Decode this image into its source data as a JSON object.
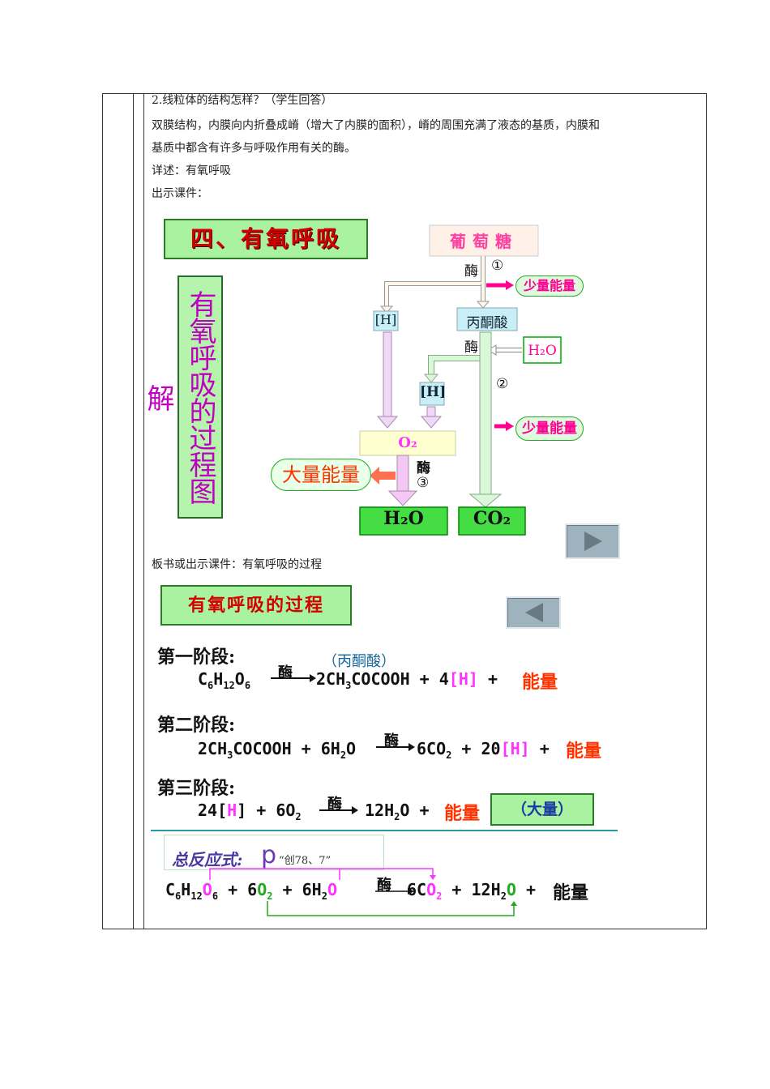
{
  "text": {
    "q2": "2.线粒体的结构怎样？（学生回答）",
    "ans_line1": "双膜结构，内膜向内折叠成嵴（增大了内膜的面积），嵴的周围充满了液态的基质，内膜和",
    "ans_line2": "基质中都含有许多与呼吸作用有关的酶。",
    "detail": "详述：有氧呼吸",
    "show": "出示课件：",
    "board": "板书或出示课件：有氧呼吸的过程"
  },
  "diagram": {
    "title": "四、有氧呼吸",
    "vertical_title": "有氧呼吸的过程图解",
    "glucose": "葡萄糖",
    "enzyme": "酶",
    "step1": "①",
    "step2": "②",
    "step3": "③",
    "small_energy": "少量能量",
    "h": "[H]",
    "pyruvate": "丙酮酸",
    "h2o_in": "H₂O",
    "o2": "O₂",
    "big_energy": "大量能量",
    "h2o_out": "H₂O",
    "co2": "CO₂"
  },
  "process": {
    "title": "有氧呼吸的过程",
    "stage1": "第一阶段:",
    "stage2": "第二阶段:",
    "stage3": "第三阶段:",
    "pyruvate_label": "（丙酮酸）",
    "enzyme": "酶",
    "energy": "能量",
    "large": "（大量）",
    "total": "总反应式:",
    "p": "p",
    "note": "“创78、7”"
  },
  "colors": {
    "accent_red": "#ff3300",
    "magenta": "#ff33ff",
    "green": "#22aa22"
  }
}
